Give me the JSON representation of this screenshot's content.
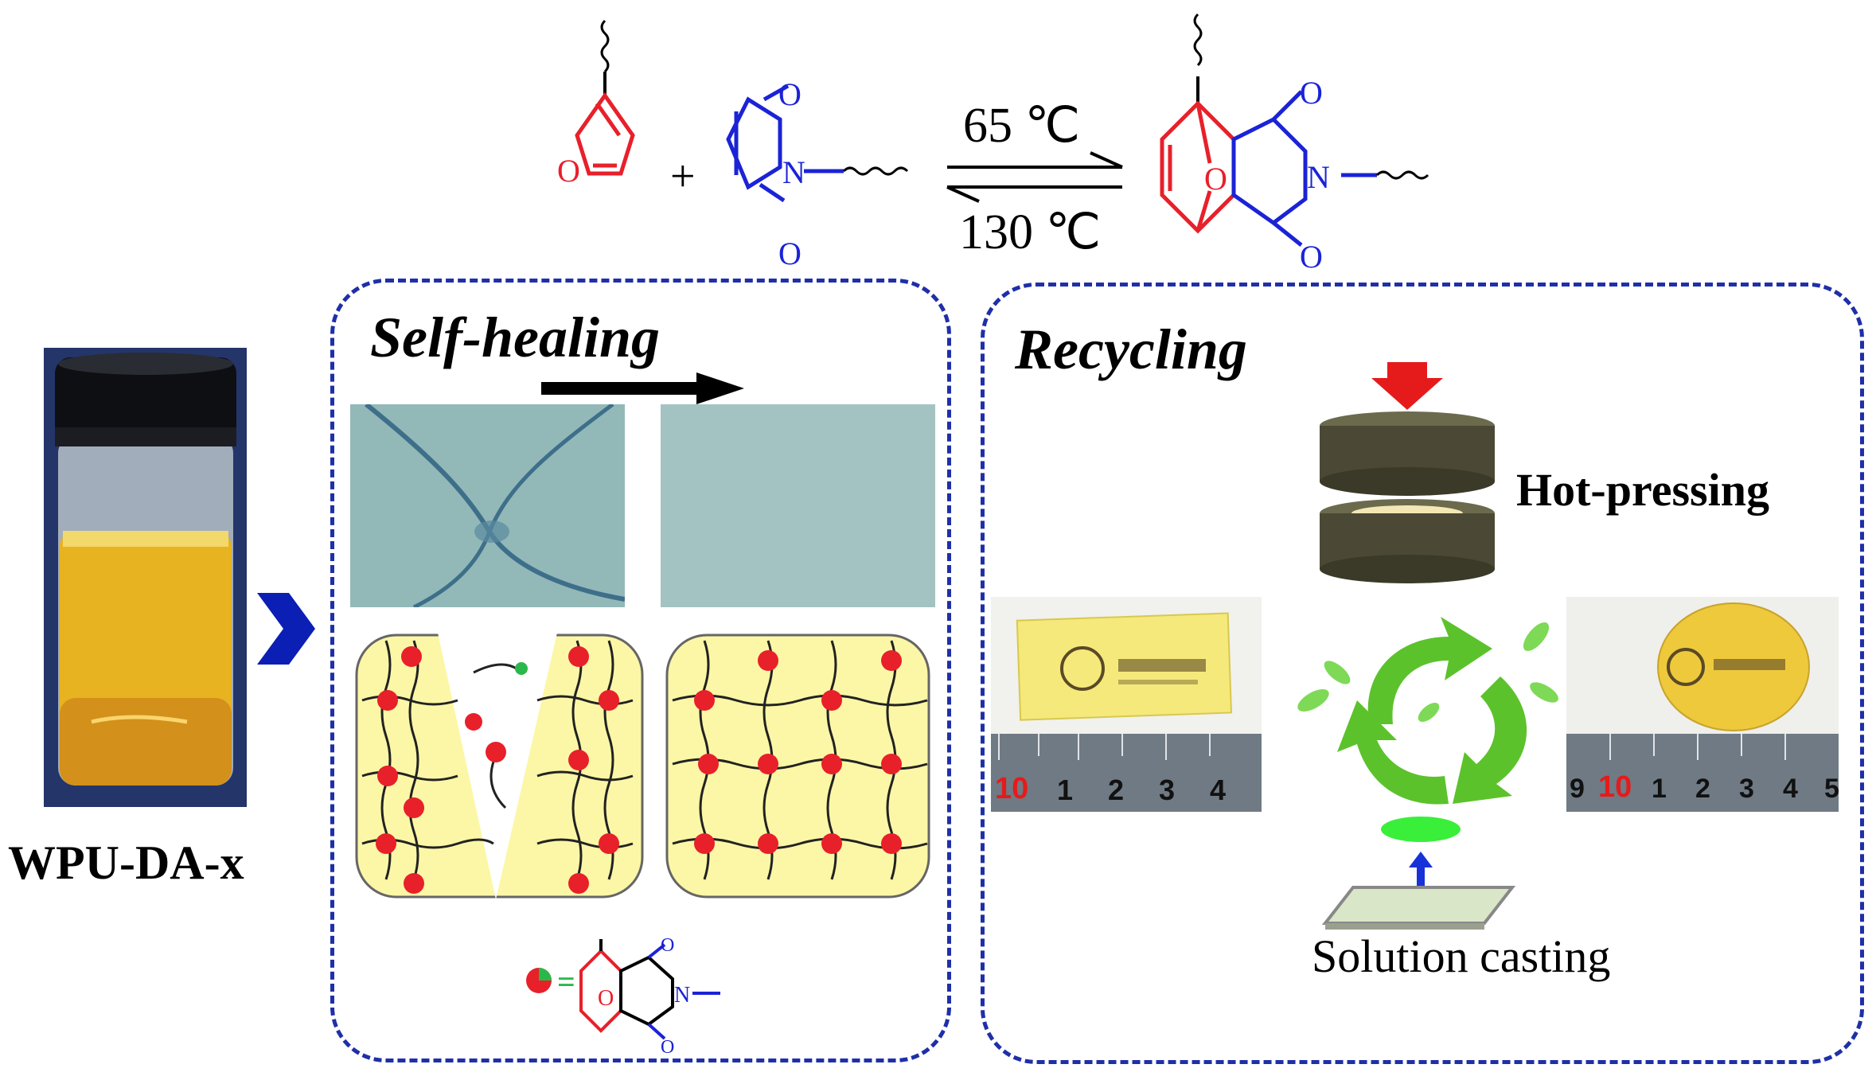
{
  "reaction": {
    "forward_temp": "65 ℃",
    "reverse_temp": "130 ℃",
    "plus": "+",
    "atom_o": "O",
    "atom_n": "N"
  },
  "left": {
    "product_label": "WPU-DA-x"
  },
  "self_healing": {
    "title": "Self-healing",
    "legend_equals": "="
  },
  "recycling": {
    "title": "Recycling",
    "hot_pressing_label": "Hot-pressing",
    "solution_casting_label": "Solution casting",
    "ruler_left_ticks": [
      "10",
      "1",
      "2",
      "3",
      "4"
    ],
    "ruler_right_ticks": [
      "9",
      "10",
      "1",
      "2",
      "3",
      "4",
      "5"
    ]
  },
  "colors": {
    "furan": "#e8202a",
    "maleimide": "#1b23d6",
    "dash_border": "#1f2fa8",
    "network_fill": "#fbf7a6",
    "arrow_red": "#e51b1b",
    "arrow_blue": "#1732d8",
    "press_plate": "#4b4935",
    "casting_solution": "#39ef3a"
  }
}
